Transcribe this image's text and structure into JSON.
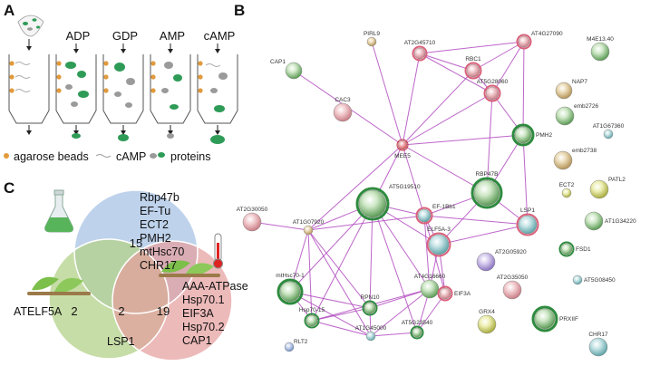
{
  "panels": {
    "a": "A",
    "b": "B",
    "c": "C"
  },
  "panel_a": {
    "lanes": [
      "ADP",
      "GDP",
      "AMP",
      "cAMP"
    ],
    "legend": {
      "beads": "agarose beads",
      "camp": "cAMP",
      "proteins": "proteins"
    }
  },
  "panel_c": {
    "top_count": "15",
    "top_list": [
      "Rbp47b",
      "EF-Tu",
      "ECT2",
      "PMH2",
      "mtHsc70",
      "CHR17"
    ],
    "left_label": "ATELF5A",
    "left_count": "2",
    "center_count": "2",
    "bottom_label": "LSP1",
    "right_count": "19",
    "right_list": [
      "AAA-ATPase",
      "Hsp70.1",
      "EIF3A",
      "Hsp70.2",
      "CAP1"
    ]
  },
  "network": {
    "nodes": [
      {
        "id": "PIRL9",
        "label": "PIRL9"
      },
      {
        "id": "CAP1",
        "label": "CAP1"
      },
      {
        "id": "AT2G45710",
        "label": "AT2G45710"
      },
      {
        "id": "AT4G27090",
        "label": "AT4G27090"
      },
      {
        "id": "RBC1",
        "label": "RBC1"
      },
      {
        "id": "M4E13.40",
        "label": "M4E13.40"
      },
      {
        "id": "NAP7",
        "label": "NAP7"
      },
      {
        "id": "CAC3",
        "label": "CAC3"
      },
      {
        "id": "AT5G28060",
        "label": "AT5G28060"
      },
      {
        "id": "emb2726",
        "label": "emb2726"
      },
      {
        "id": "MEE5",
        "label": "MEE5"
      },
      {
        "id": "PMH2",
        "label": "PMH2"
      },
      {
        "id": "AT1G67360",
        "label": "AT1G67360"
      },
      {
        "id": "emb2738",
        "label": "emb2738"
      },
      {
        "id": "AT2G30050",
        "label": "AT2G30050"
      },
      {
        "id": "AT1G07920",
        "label": "AT1G07920"
      },
      {
        "id": "AT5G19510",
        "label": "AT5G19510"
      },
      {
        "id": "RBP47B",
        "label": "RBP47B"
      },
      {
        "id": "ECT2",
        "label": "ECT2"
      },
      {
        "id": "PATL2",
        "label": "PATL2"
      },
      {
        "id": "EF-1Bb1",
        "label": "EF-1Bb1"
      },
      {
        "id": "LSP1",
        "label": "LSP1"
      },
      {
        "id": "AT1G34220",
        "label": "AT1G34220"
      },
      {
        "id": "ELF5A-3",
        "label": "ELF5A-3"
      },
      {
        "id": "FSD1",
        "label": "FSD1"
      },
      {
        "id": "AT2G05920",
        "label": "AT2G05920"
      },
      {
        "id": "AT5G08450",
        "label": "AT5G08450"
      },
      {
        "id": "mtHsc70-1",
        "label": "mtHsc70-1"
      },
      {
        "id": "AT4G16660",
        "label": "AT4G16660"
      },
      {
        "id": "AT2G35050",
        "label": "AT2G35050"
      },
      {
        "id": "EIF3A",
        "label": "EIF3A"
      },
      {
        "id": "RPN10",
        "label": "RPN10"
      },
      {
        "id": "Hsp70-15",
        "label": "Hsp70-15"
      },
      {
        "id": "PRXIIF",
        "label": "PRXIIF"
      },
      {
        "id": "GRX4",
        "label": "GRX4"
      },
      {
        "id": "AT1G45000",
        "label": "AT1G45000"
      },
      {
        "id": "AT5G23540",
        "label": "AT5G23540"
      },
      {
        "id": "RLT2",
        "label": "RLT2"
      },
      {
        "id": "CHR17",
        "label": "CHR17"
      }
    ],
    "edges": [
      [
        "CAP1",
        "MEE5"
      ],
      [
        "PIRL9",
        "MEE5"
      ],
      [
        "AT2G45710",
        "MEE5"
      ],
      [
        "AT2G45710",
        "RBC1"
      ],
      [
        "AT2G45710",
        "AT4G27090"
      ],
      [
        "AT2G45710",
        "AT5G28060"
      ],
      [
        "AT4G27090",
        "RBC1"
      ],
      [
        "AT4G27090",
        "AT5G28060"
      ],
      [
        "AT4G27090",
        "PMH2"
      ],
      [
        "RBC1",
        "AT5G28060"
      ],
      [
        "RBC1",
        "MEE5"
      ],
      [
        "AT5G28060",
        "MEE5"
      ],
      [
        "AT5G28060",
        "PMH2"
      ],
      [
        "AT5G28060",
        "RBP47B"
      ],
      [
        "MEE5",
        "AT1G07920"
      ],
      [
        "MEE5",
        "AT5G19510"
      ],
      [
        "MEE5",
        "EF-1Bb1"
      ],
      [
        "MEE5",
        "PMH2"
      ],
      [
        "MEE5",
        "RBP47B"
      ],
      [
        "PMH2",
        "RBP47B"
      ],
      [
        "PMH2",
        "LSP1"
      ],
      [
        "RBP47B",
        "LSP1"
      ],
      [
        "RBP47B",
        "ELF5A-3"
      ],
      [
        "RBP47B",
        "EF-1Bb1"
      ],
      [
        "AT2G30050",
        "AT1G07920"
      ],
      [
        "AT1G07920",
        "AT5G19510"
      ],
      [
        "AT1G07920",
        "mtHsc70-1"
      ],
      [
        "AT1G07920",
        "Hsp70-15"
      ],
      [
        "AT1G07920",
        "RPN10"
      ],
      [
        "AT1G07920",
        "AT1G45000"
      ],
      [
        "AT1G07920",
        "EF-1Bb1"
      ],
      [
        "AT5G19510",
        "EF-1Bb1"
      ],
      [
        "AT5G19510",
        "ELF5A-3"
      ],
      [
        "AT5G19510",
        "mtHsc70-1"
      ],
      [
        "AT5G19510",
        "Hsp70-15"
      ],
      [
        "AT5G19510",
        "RPN10"
      ],
      [
        "AT5G19510",
        "AT4G16660"
      ],
      [
        "AT5G19510",
        "AT5G23540"
      ],
      [
        "EF-1Bb1",
        "ELF5A-3"
      ],
      [
        "EF-1Bb1",
        "AT4G16660"
      ],
      [
        "EF-1Bb1",
        "EIF3A"
      ],
      [
        "EF-1Bb1",
        "LSP1"
      ],
      [
        "ELF5A-3",
        "LSP1"
      ],
      [
        "ELF5A-3",
        "EIF3A"
      ],
      [
        "ELF5A-3",
        "AT4G16660"
      ],
      [
        "mtHsc70-1",
        "Hsp70-15"
      ],
      [
        "mtHsc70-1",
        "RPN10"
      ],
      [
        "mtHsc70-1",
        "AT1G45000"
      ],
      [
        "Hsp70-15",
        "RPN10"
      ],
      [
        "Hsp70-15",
        "AT1G45000"
      ],
      [
        "Hsp70-15",
        "AT4G16660"
      ],
      [
        "RPN10",
        "AT4G16660"
      ],
      [
        "RPN10",
        "AT1G45000"
      ],
      [
        "AT4G16660",
        "AT5G23540"
      ],
      [
        "AT4G16660",
        "EIF3A"
      ],
      [
        "AT1G45000",
        "AT5G23540"
      ],
      [
        "AT1G45000",
        "AT4G16660"
      ],
      [
        "EIF3A",
        "AT5G23540"
      ]
    ]
  }
}
